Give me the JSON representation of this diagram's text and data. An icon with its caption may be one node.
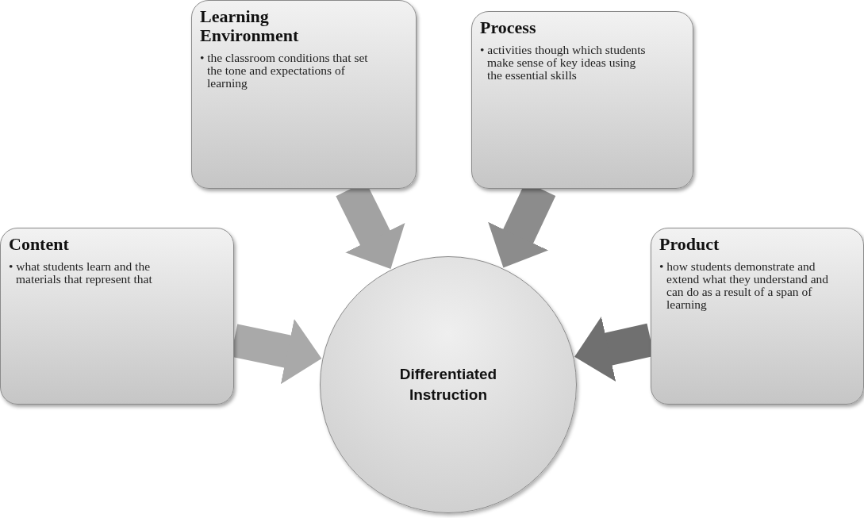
{
  "diagram": {
    "nodes": [
      {
        "text": [
          "Learning Environment",
          "• the classroom conditions that set the tone and expectations of learning"
        ]
      },
      {
        "text": [
          "Process",
          "• activities though which students make sense of key ideas using the essential skills"
        ]
      },
      {
        "text": [
          "Content",
          "• what students learn and the materials that represent that"
        ]
      },
      {
        "text": [
          "Product",
          "• how students demonstrate and extend what they understand and can do as a result of a span of learning"
        ]
      },
      {
        "text": [
          "Differentiated Instruction"
        ]
      }
    ],
    "edges": [
      {
        "from": 0,
        "to": 4,
        "arrow": "to",
        "color": "#a2a2a2"
      },
      {
        "from": 1,
        "to": 4,
        "arrow": "to",
        "color": "#8c8c8c"
      },
      {
        "from": 2,
        "to": 4,
        "arrow": "to",
        "color": "#a9a9a9"
      },
      {
        "from": 3,
        "to": 4,
        "arrow": "to",
        "color": "#707070"
      }
    ]
  }
}
